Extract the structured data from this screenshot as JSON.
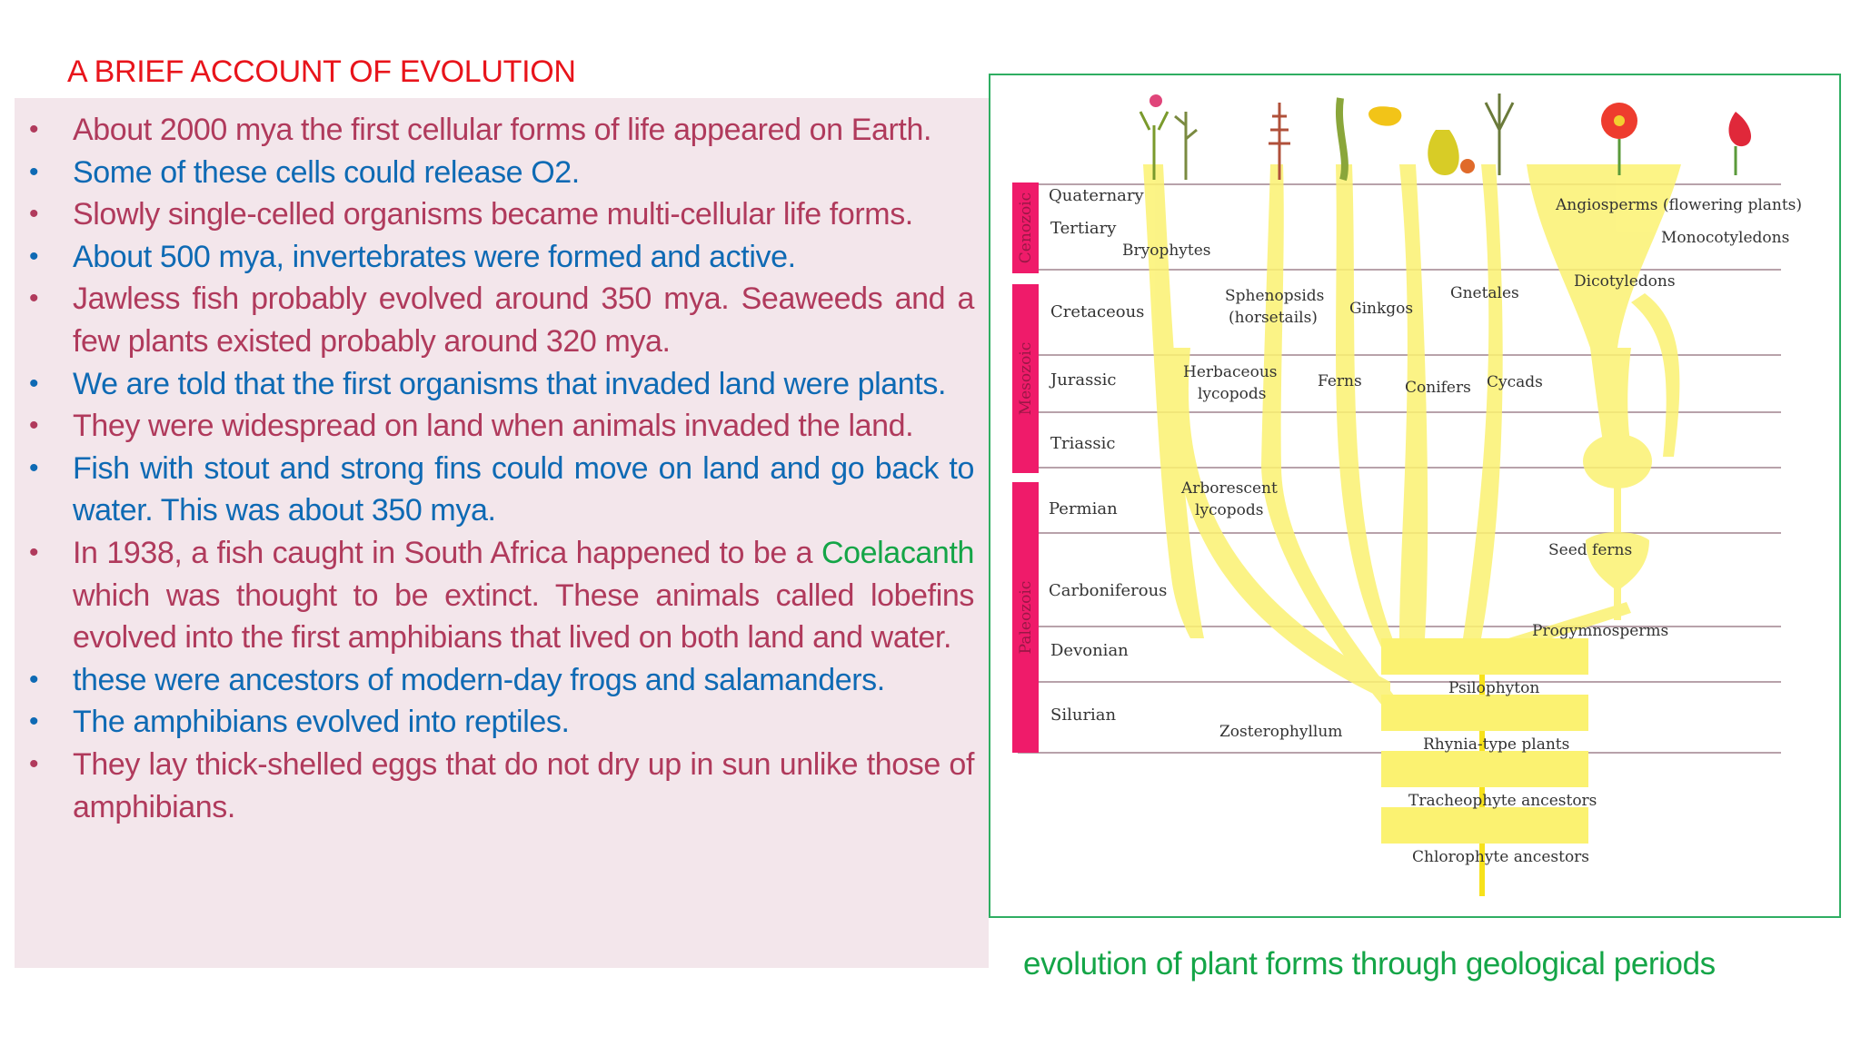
{
  "title": "A BRIEF ACCOUNT OF EVOLUTION",
  "bullets": [
    {
      "text": "About 2000 mya the first cellular forms of life appeared on Earth.",
      "color": "#b03a5c"
    },
    {
      "text": "Some of these cells could release O2.",
      "color": "#0e6ab4"
    },
    {
      "text": "Slowly single-celled organisms became multi-cellular life forms.",
      "color": "#b03a5c"
    },
    {
      "text": "About 500 mya, invertebrates were formed and active.",
      "color": "#0e6ab4"
    },
    {
      "text": "Jawless fish probably evolved around 350 mya. Seaweeds and a few plants existed probably around 320 mya.",
      "color": "#b03a5c"
    },
    {
      "text": "We are told that the first organisms that invaded land were plants.",
      "color": "#0e6ab4"
    },
    {
      "text": "They were widespread on land when animals invaded the land.",
      "color": "#b03a5c"
    },
    {
      "text": "Fish with stout and strong fins could move on land and go back to water. This was about 350 mya.",
      "color": "#0e6ab4"
    },
    {
      "text_before": "In 1938, a fish caught in South Africa happened to be a",
      "highlight": "Coelacanth",
      "text_after": "which was thought to be extinct. These animals called lobefins evolved into the first amphibians that lived on both land and water.",
      "color": "#b03a5c",
      "highlight_color": "#14a547"
    },
    {
      "text": "these were ancestors of modern-day frogs and salamanders.",
      "color": "#0e6ab4"
    },
    {
      "text": "The amphibians evolved into reptiles.",
      "color": "#0e6ab4"
    },
    {
      "text": "They lay thick-shelled eggs that do not dry up in sun unlike those of amphibians.",
      "color": "#b03a5c"
    }
  ],
  "diagram": {
    "eras": [
      "Cenozoic",
      "Mesozoic",
      "Paleozoic"
    ],
    "periods": [
      "Quaternary",
      "Tertiary",
      "Cretaceous",
      "Jurassic",
      "Triassic",
      "Permian",
      "Carboniferous",
      "Devonian",
      "Silurian"
    ],
    "labels": {
      "bryophytes": "Bryophytes",
      "sphenopsids": "Sphenopsids",
      "horsetails": "(horsetails)",
      "ginkgos": "Ginkgos",
      "gnetales": "Gnetales",
      "angiosperms": "Angiosperms (flowering plants)",
      "monocotyledons": "Monocotyledons",
      "dicotyledons": "Dicotyledons",
      "herbaceous": "Herbaceous",
      "lycopods_1": "lycopods",
      "ferns": "Ferns",
      "conifers": "Conifers",
      "cycads": "Cycads",
      "arborescent": "Arborescent",
      "lycopods_2": "lycopods",
      "seed_ferns": "Seed ferns",
      "progymnosperms": "Progymnosperms",
      "psilophyton": "Psilophyton",
      "zosterophyllum": "Zosterophyllum",
      "rhynia": "Rhynia-type plants",
      "tracheophyte": "Tracheophyte ancestors",
      "chlorophyte": "Chlorophyte ancestors"
    }
  },
  "caption": "evolution of plant forms through geological periods",
  "colors": {
    "title": "#e8141b",
    "panel": "#f3e6eb",
    "era_bar": "#ef1b6a",
    "branch": "#fbf271",
    "frame": "#2fae62"
  },
  "icons": [
    "plant-illustration-icon",
    "flower-illustration-icon"
  ]
}
